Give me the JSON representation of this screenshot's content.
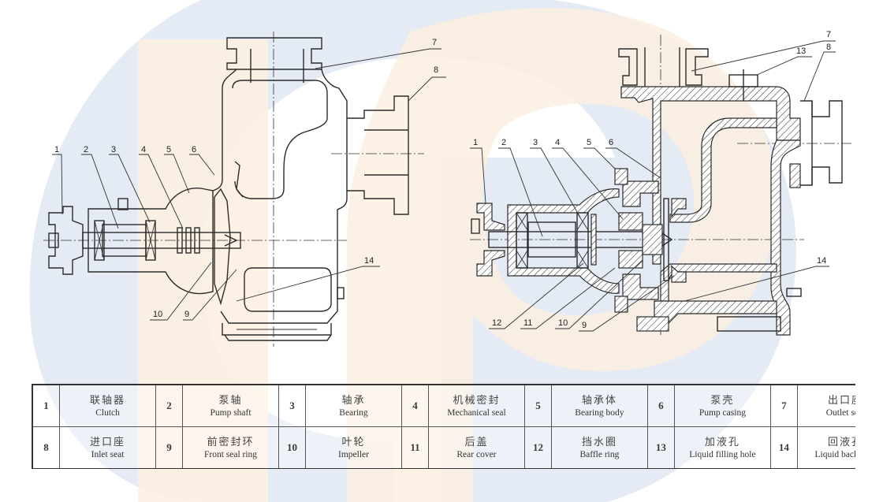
{
  "figure": {
    "description": "Self-priming centrifugal pump structure drawing: external view (left) and sectional view (right)",
    "watermark": {
      "letters": [
        "D",
        "P"
      ],
      "colors": {
        "blue": "#dfe8f2",
        "peach": "#fcefe1"
      }
    },
    "left_view": {
      "name": "External structure",
      "callouts": [
        "1",
        "2",
        "3",
        "4",
        "5",
        "6",
        "7",
        "8",
        "9",
        "10",
        "14"
      ]
    },
    "right_view": {
      "name": "Sectional structure",
      "callouts": [
        "1",
        "2",
        "3",
        "4",
        "5",
        "6",
        "7",
        "8",
        "9",
        "10",
        "11",
        "12",
        "13",
        "14"
      ]
    }
  },
  "parts_table": {
    "rows": [
      [
        {
          "no": "1",
          "zh": "联轴器",
          "en": "Clutch"
        },
        {
          "no": "2",
          "zh": "泵轴",
          "en": "Pump shaft"
        },
        {
          "no": "3",
          "zh": "轴承",
          "en": "Bearing"
        },
        {
          "no": "4",
          "zh": "机械密封",
          "en": "Mechanical seal"
        },
        {
          "no": "5",
          "zh": "轴承体",
          "en": "Bearing body"
        },
        {
          "no": "6",
          "zh": "泵壳",
          "en": "Pump casing"
        },
        {
          "no": "7",
          "zh": "出口座",
          "en": "Outlet seat"
        }
      ],
      [
        {
          "no": "8",
          "zh": "进口座",
          "en": "Inlet seat"
        },
        {
          "no": "9",
          "zh": "前密封环",
          "en": "Front seal ring"
        },
        {
          "no": "10",
          "zh": "叶轮",
          "en": "Impeller"
        },
        {
          "no": "11",
          "zh": "后盖",
          "en": "Rear cover"
        },
        {
          "no": "12",
          "zh": "挡水圈",
          "en": "Baffle ring"
        },
        {
          "no": "13",
          "zh": "加液孔",
          "en": "Liquid filling hole"
        },
        {
          "no": "14",
          "zh": "回液孔",
          "en": "Liquid back hole"
        }
      ]
    ]
  }
}
